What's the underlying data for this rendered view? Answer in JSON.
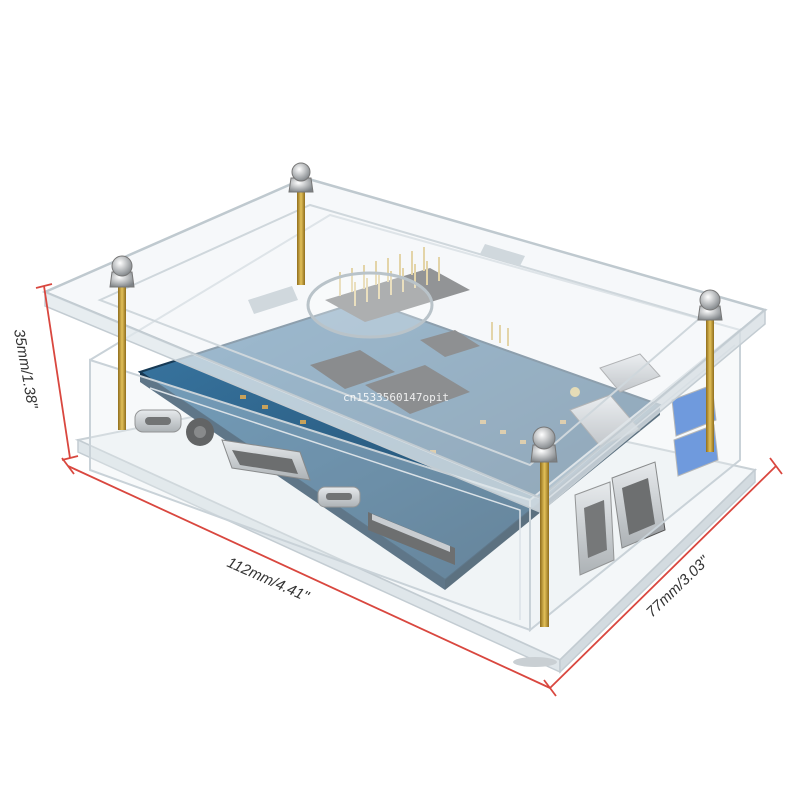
{
  "dimensions": {
    "height_label": "35mm/1.38\"",
    "length_label": "112mm/4.41\"",
    "width_label": "77mm/3.03\""
  },
  "watermark": "cn1533560147opit",
  "colors": {
    "dimension_line": "#d9473f",
    "dimension_text": "#333333",
    "board": "#2b5f86",
    "board_dark": "#1d4665",
    "acrylic": "#e9eef1",
    "brass": "#c9a23a",
    "metal": "#b8bcc0"
  }
}
